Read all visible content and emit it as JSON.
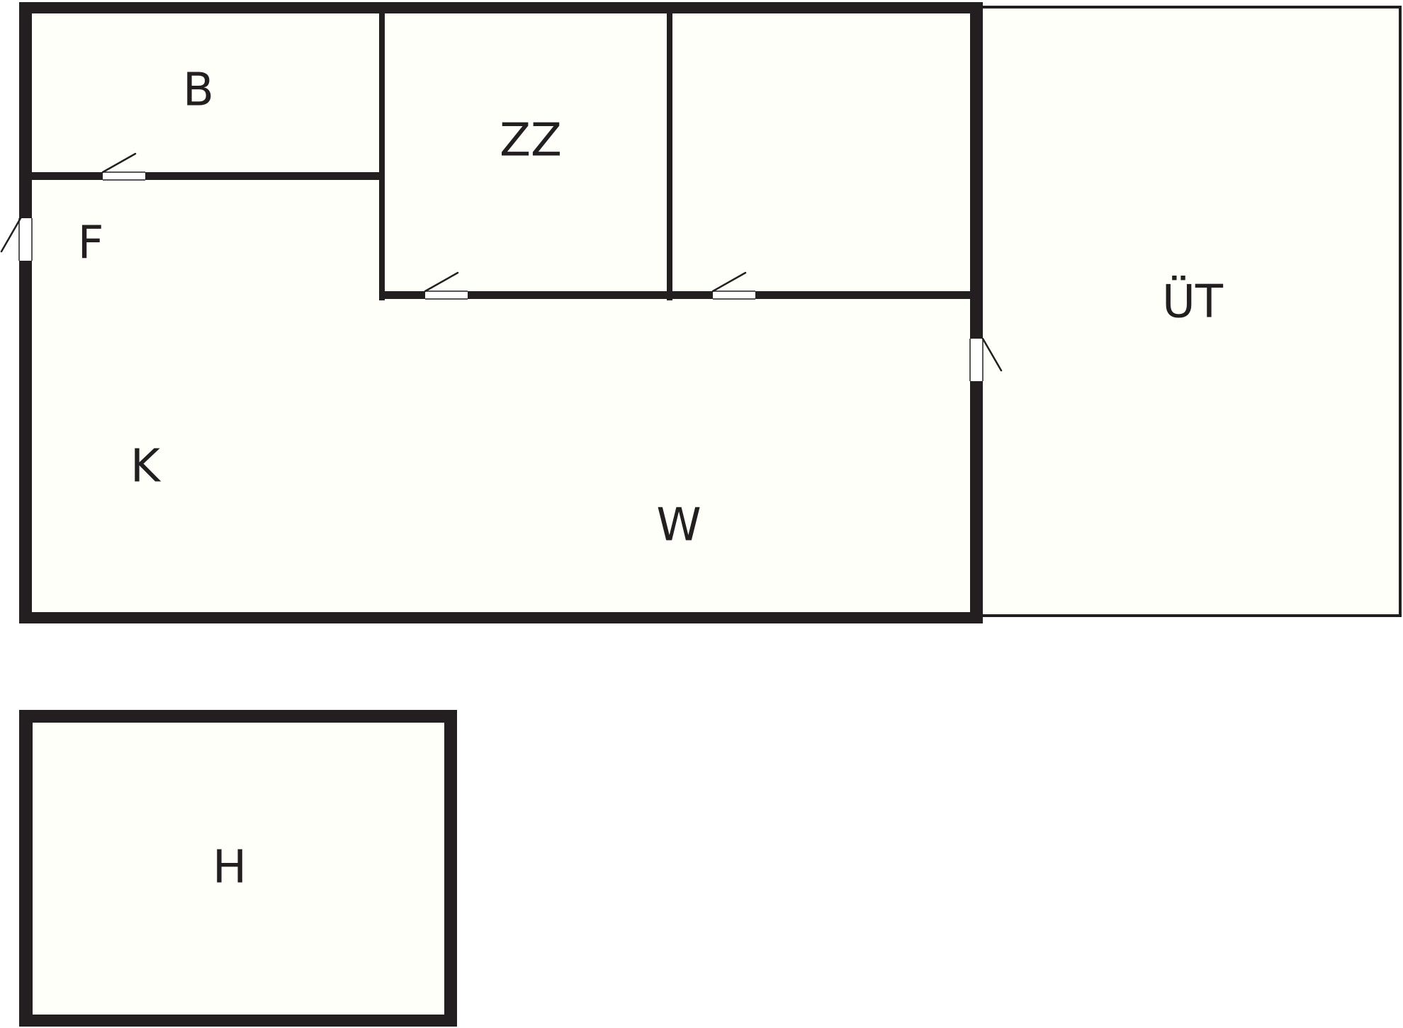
{
  "colors": {
    "wall": "#231f20",
    "floor": "#fffff9",
    "background": "#ffffff",
    "door_gap": "#ffffff"
  },
  "rooms": {
    "b": "B",
    "zz": "ZZ",
    "f": "F",
    "k": "K",
    "w": "W",
    "ut": "ÜT",
    "h": "H"
  }
}
